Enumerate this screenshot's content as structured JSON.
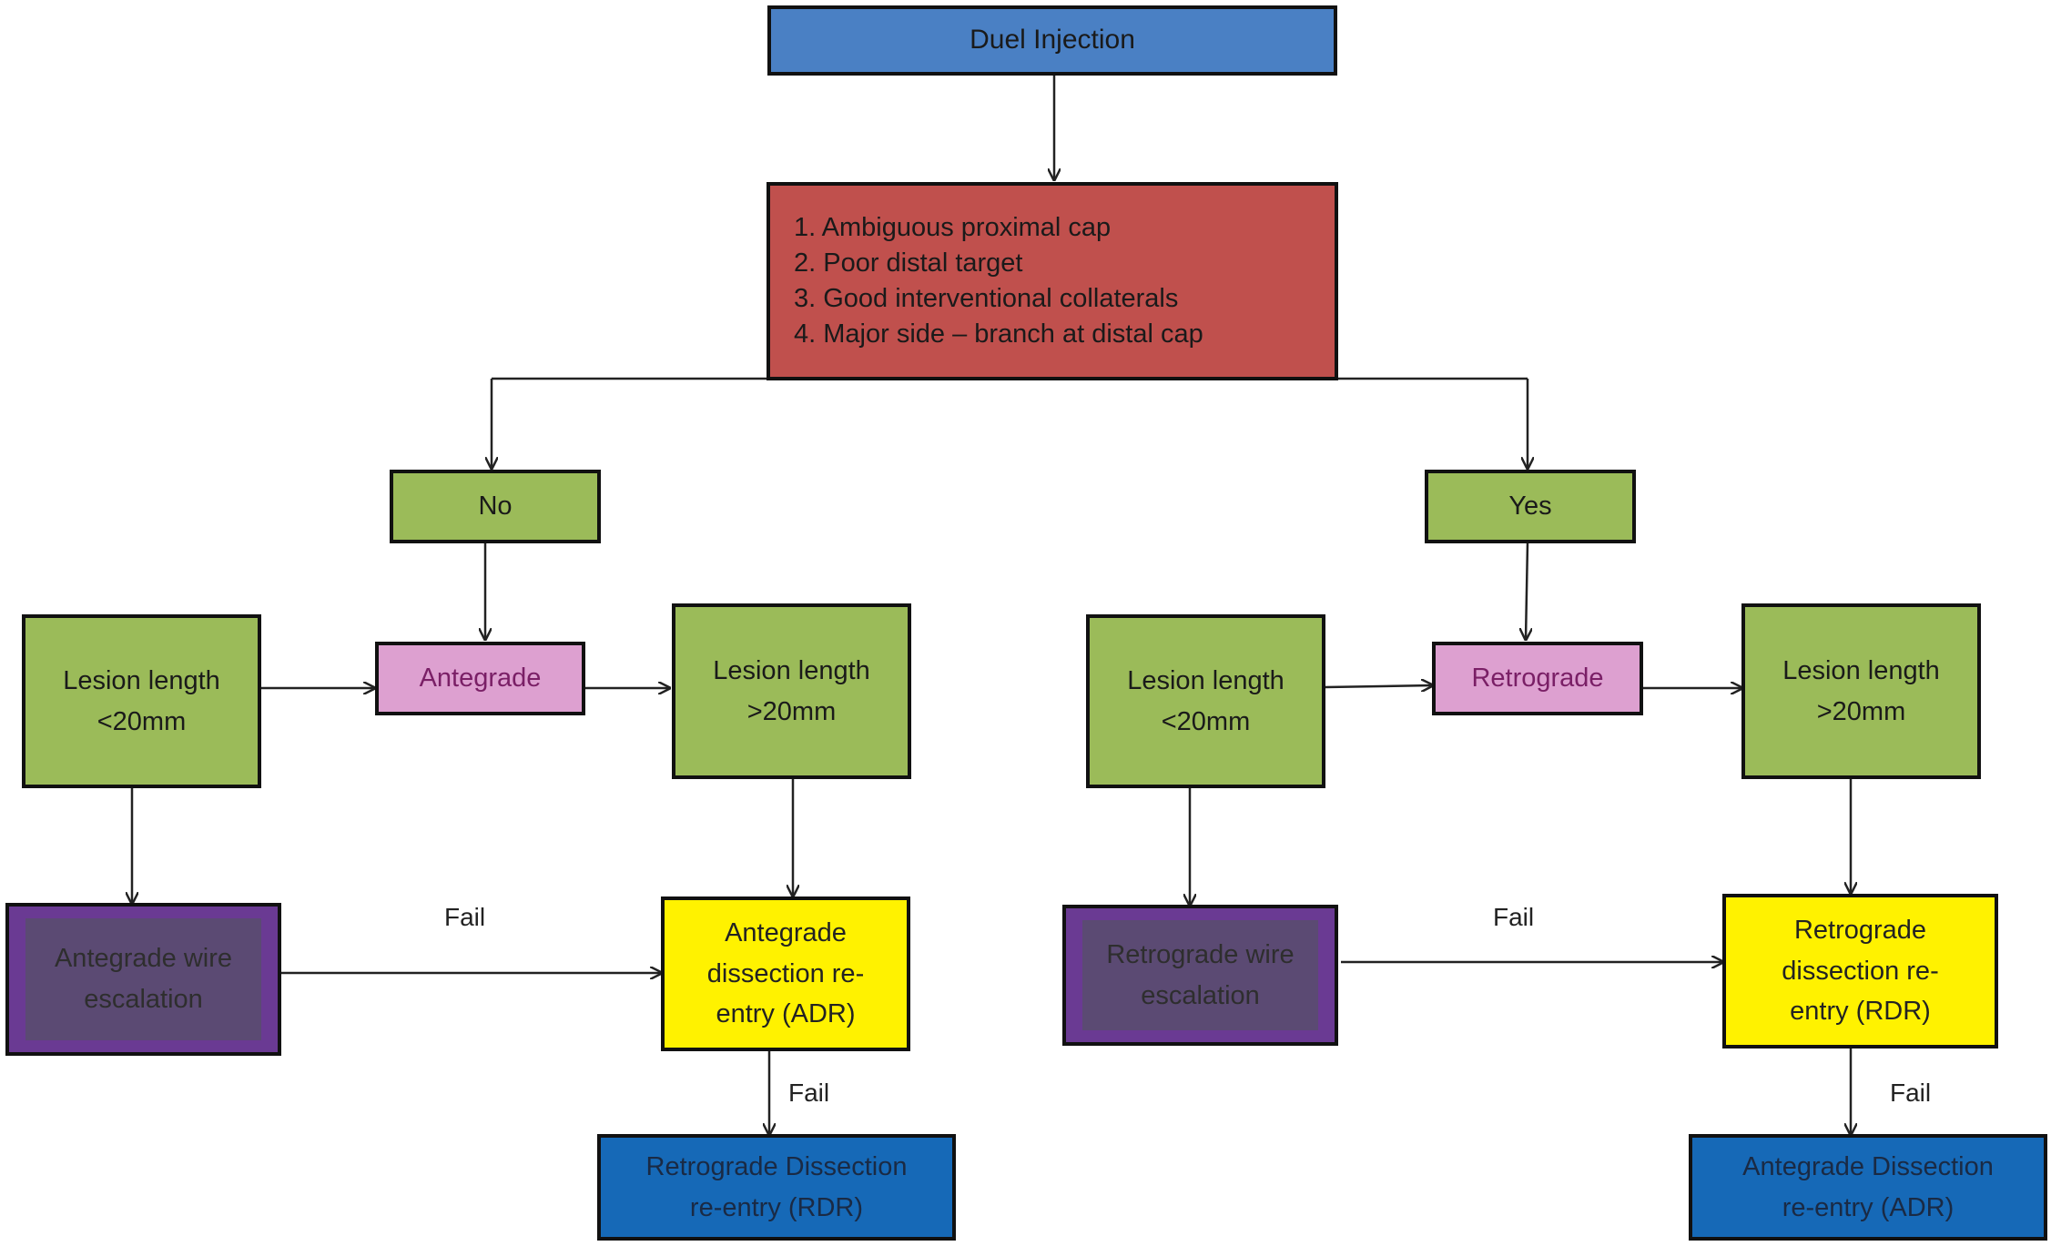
{
  "flowchart": {
    "start": "Duel Injection",
    "criteria": [
      "1. Ambiguous proximal cap",
      "2. Poor distal target",
      "3. Good interventional collaterals",
      "4. Major side – branch at distal cap"
    ],
    "left": {
      "decision": "No",
      "approach": "Antegrade",
      "short_lesion": [
        "Lesion length",
        "<20mm"
      ],
      "long_lesion": [
        "Lesion length",
        ">20mm"
      ],
      "wire_escalation": [
        "Antegrade wire",
        "escalation"
      ],
      "dissection": [
        "Antegrade",
        "dissection re-",
        "entry (ADR)"
      ],
      "bailout": [
        "Retrograde Dissection",
        "re-entry (RDR)"
      ],
      "fail_label_1": "Fail",
      "fail_label_2": "Fail"
    },
    "right": {
      "decision": "Yes",
      "approach": "Retrograde",
      "short_lesion": [
        "Lesion length",
        "<20mm"
      ],
      "long_lesion": [
        "Lesion length",
        ">20mm"
      ],
      "wire_escalation": [
        "Retrograde wire",
        "escalation"
      ],
      "dissection": [
        "Retrograde",
        "dissection re-",
        "entry (RDR)"
      ],
      "bailout": [
        "Antegrade Dissection",
        "re-entry (ADR)"
      ],
      "fail_label_1": "Fail",
      "fail_label_2": "Fail"
    },
    "colors": {
      "start": "#4a80c4",
      "criteria": "#c0504d",
      "decision": "#9bbb59",
      "approach": "#dda0d0",
      "wire_escalation": "#6a3a93",
      "dissection": "#fff200",
      "bailout": "#1669b7"
    }
  }
}
